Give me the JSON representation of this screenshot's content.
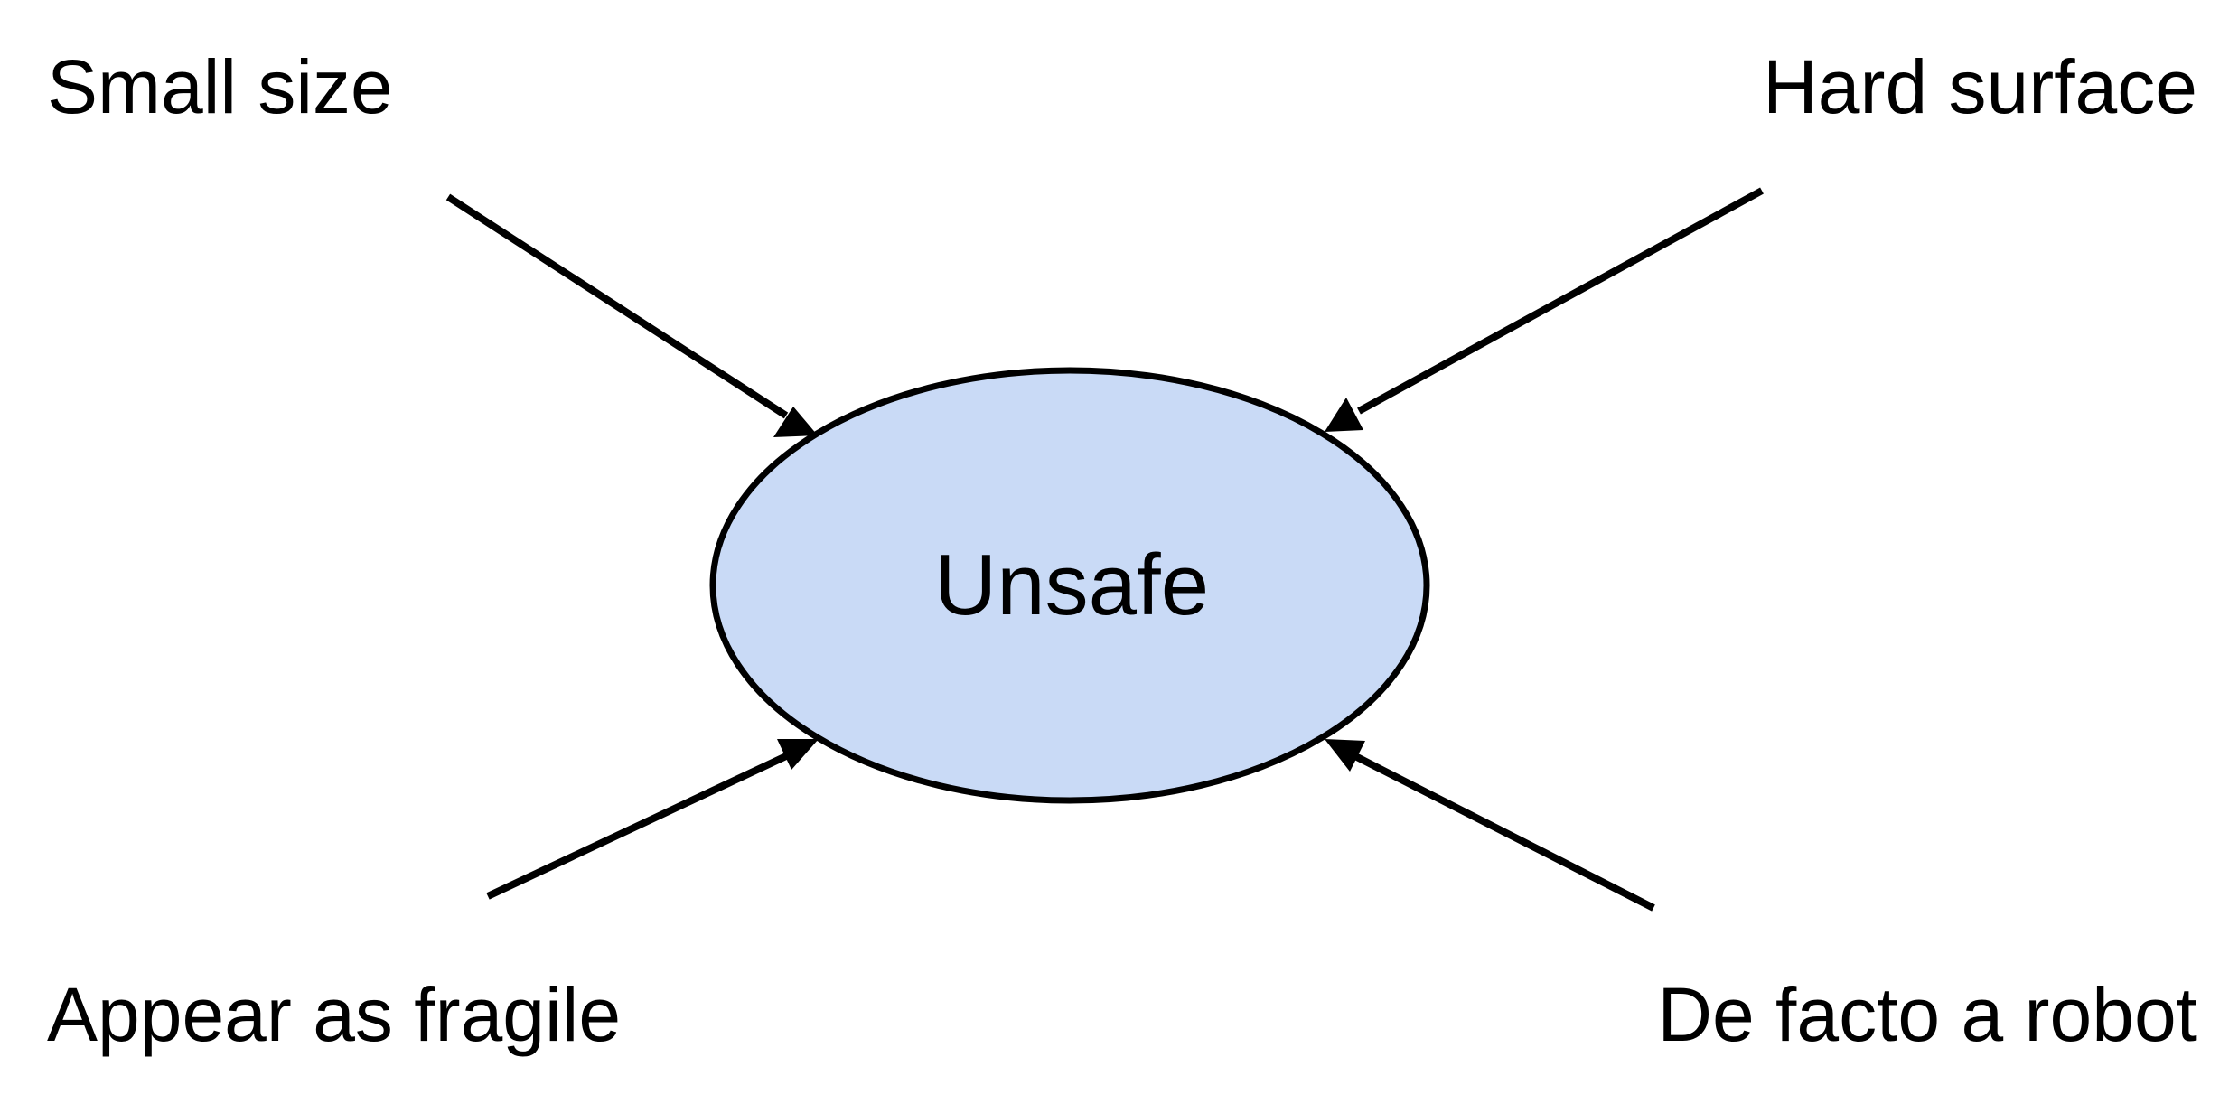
{
  "diagram": {
    "center": {
      "label": "Unsafe",
      "fill": "#c9daf6"
    },
    "factors": [
      {
        "id": "small-size",
        "label": "Small size"
      },
      {
        "id": "hard-surface",
        "label": "Hard surface"
      },
      {
        "id": "appear-as-fragile",
        "label": "Appear as fragile"
      },
      {
        "id": "de-facto-a-robot",
        "label": "De facto a robot"
      }
    ],
    "edges": [
      {
        "from": "small-size",
        "to": "center"
      },
      {
        "from": "hard-surface",
        "to": "center"
      },
      {
        "from": "appear-as-fragile",
        "to": "center"
      },
      {
        "from": "de-facto-a-robot",
        "to": "center"
      }
    ],
    "stroke_color": "#000000"
  }
}
